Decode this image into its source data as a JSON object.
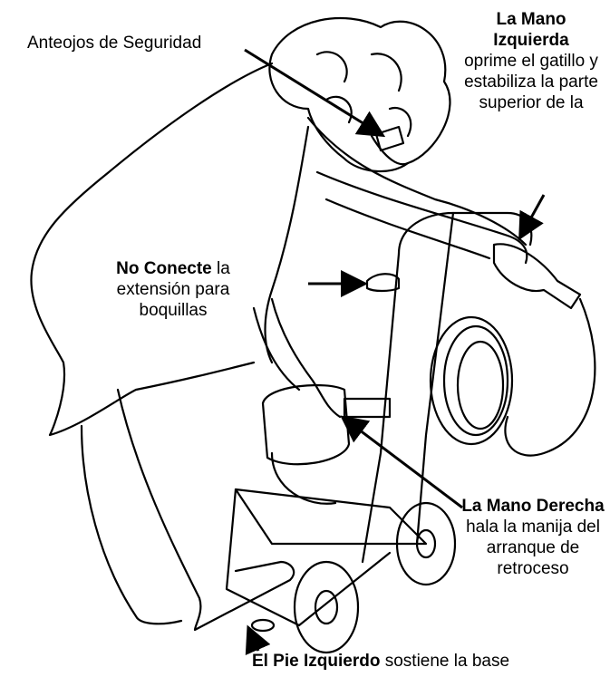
{
  "labels": {
    "safety_glasses": "Anteojos de Seguridad",
    "left_hand": {
      "bold": "La Mano Izquierda",
      "text": "oprime el gatillo y estabiliza la parte superior de la"
    },
    "no_connect": {
      "bold": "No Conecte",
      "text": "la extensión para boquillas"
    },
    "right_hand": {
      "bold": "La Mano Derecha",
      "text": "hala la manija del arranque de retroceso"
    },
    "left_foot": {
      "bold": "El Pie Izquierdo",
      "text": "sostiene la base"
    }
  }
}
